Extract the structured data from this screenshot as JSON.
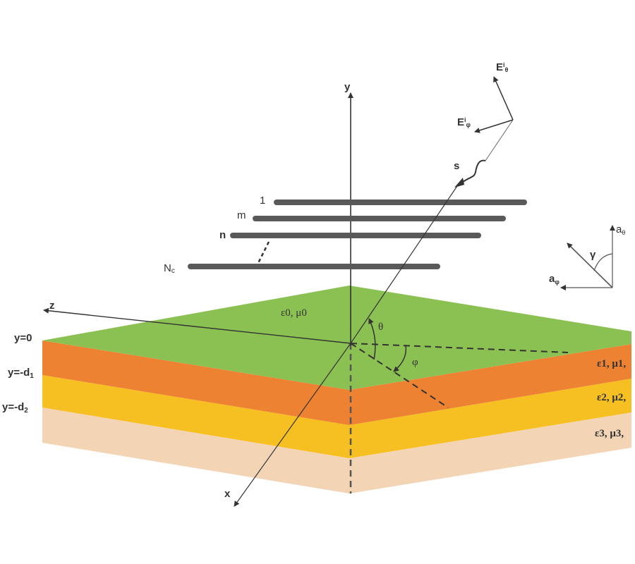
{
  "colors": {
    "layer0": "#8bc152",
    "layer1": "#ee8233",
    "layer2": "#f6bf22",
    "layer3": "#f3d5b6",
    "line": "#333333",
    "rod": "#595959"
  },
  "axes": {
    "y": "y",
    "z": "z",
    "x": "x"
  },
  "rods": {
    "r1": "1",
    "rm": "m",
    "rn": "n",
    "rN": "N",
    "rN_sub": "c"
  },
  "layers": {
    "l0": "ε0, μ0",
    "l1": "ε1, μ1,",
    "l2": "ε2, μ2,",
    "l3": "ε3, μ3,"
  },
  "interfaces": {
    "y0": "y=0",
    "yd1": "y=-d",
    "yd1_sub": "1",
    "yd2": "y=-d",
    "yd2_sub": "2"
  },
  "angles": {
    "theta": "θ",
    "phi": "φ",
    "gamma": "γ"
  },
  "incident": {
    "s": "s",
    "e_theta": "E",
    "e_theta_sup": "i",
    "e_theta_sub": "θ",
    "e_phi": "E",
    "e_phi_sup": "i",
    "e_phi_sub": "φ"
  },
  "inset": {
    "a_theta": "a",
    "a_theta_sub": "θ",
    "a_phi": "a",
    "a_phi_sub": "φ"
  }
}
